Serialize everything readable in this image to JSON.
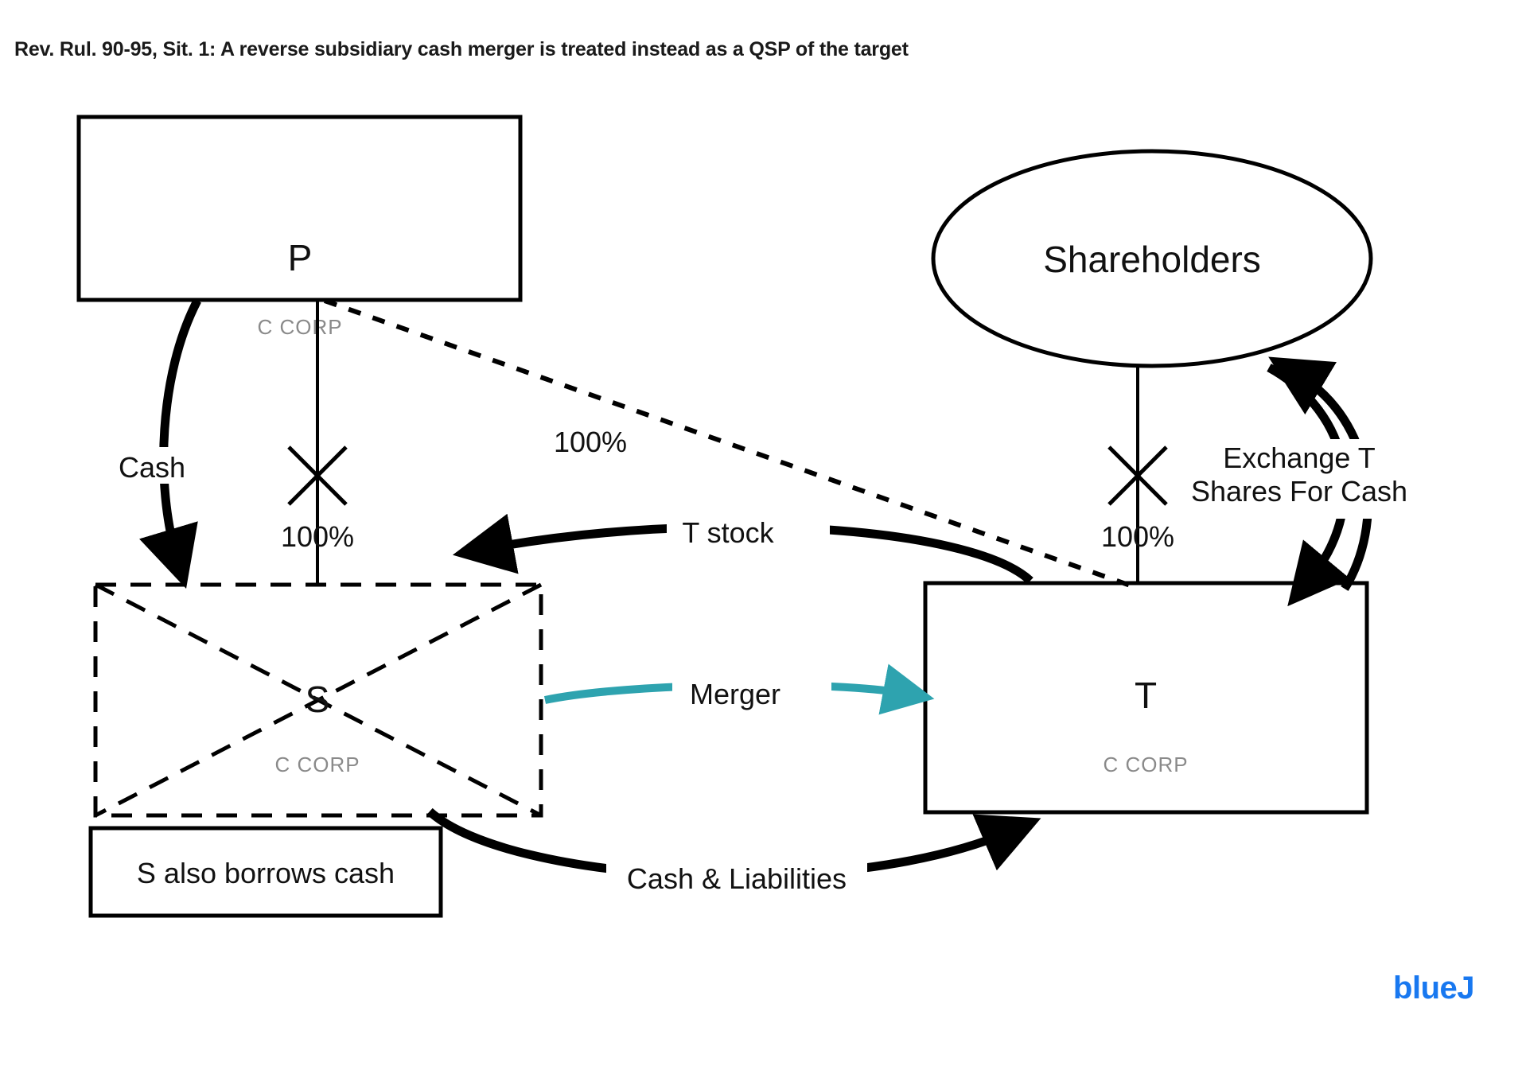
{
  "title": "Rev. Rul. 90-95, Sit. 1: A reverse subsidiary cash merger is treated instead as a QSP of the target",
  "nodes": {
    "p": {
      "label": "P",
      "subtype": "C CORP"
    },
    "s": {
      "label": "S",
      "subtype": "C CORP"
    },
    "t": {
      "label": "T",
      "subtype": "C CORP"
    },
    "shareholders": {
      "label": "Shareholders"
    }
  },
  "edges": {
    "cash": "Cash",
    "p_s_ownership": "100%",
    "p_t_ownership": "100%",
    "sh_t_ownership": "100%",
    "t_stock": "T stock",
    "merger": "Merger",
    "cash_liabilities": "Cash & Liabilities",
    "exchange_line1": "Exchange T",
    "exchange_line2": "Shares For Cash"
  },
  "notes": {
    "borrow": "S also borrows cash"
  },
  "brand": {
    "name_primary": "blue",
    "name_secondary": "J",
    "color": "#1878f0"
  },
  "colors": {
    "merger_arrow": "#2ea3af",
    "stroke": "#000000",
    "subtype_text": "#8a8a8a"
  }
}
